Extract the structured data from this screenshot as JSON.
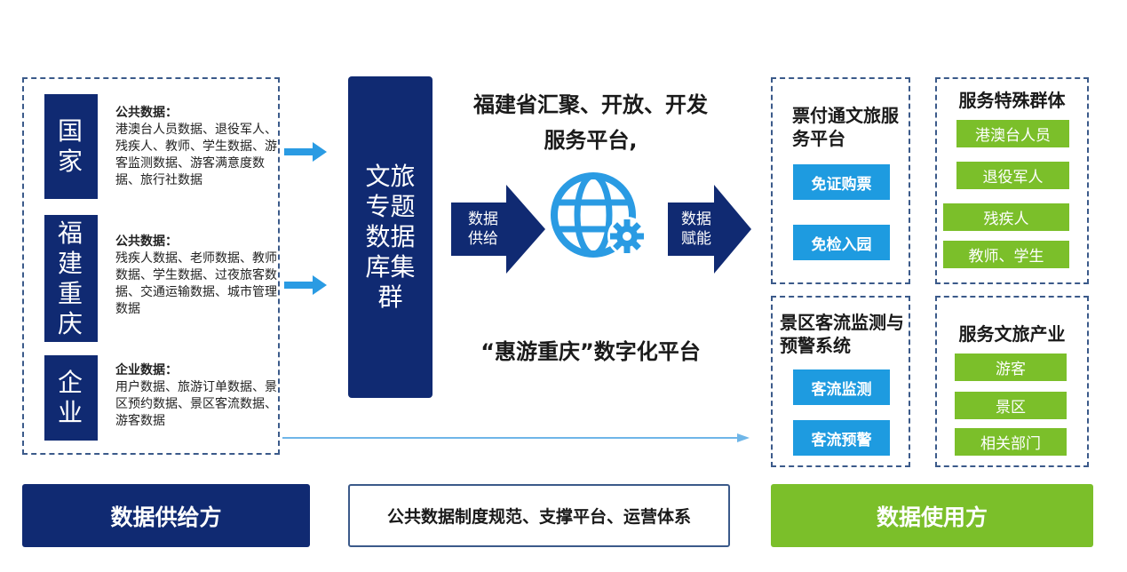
{
  "suppliers": {
    "national": {
      "label": "国家",
      "data_title": "公共数据：",
      "data_text": "港澳台人员数据、退役军人、残疾人、教师、学生数据、游客监测数据、游客满意度数据、旅行社数据"
    },
    "regional": {
      "label": "福建重庆",
      "data_title": "公共数据：",
      "data_text": "残疾人数据、老师数据、教师数据、学生数据、过夜旅客数据、交通运输数据、城市管理数据"
    },
    "enterprise": {
      "label": "企业",
      "data_title": "企业数据：",
      "data_text": "用户数据、旅游订单数据、景区预约数据、景区客流数据、游客数据"
    }
  },
  "cluster": {
    "label": "文旅专题数据库集群"
  },
  "platform": {
    "title_line1": "福建省汇聚、开放、开发",
    "title_line2": "服务平台,",
    "supply_arrow": "数据供给",
    "empower_arrow": "数据赋能",
    "name": "“惠游重庆”数字化平台"
  },
  "apps": {
    "ticketing": {
      "title": "票付通文旅服务平台",
      "buttons": [
        "免证购票",
        "免检入园"
      ]
    },
    "special_groups": {
      "title": "服务特殊群体",
      "items": [
        "港澳台人员",
        "退役军人",
        "残疾人",
        "教师、学生"
      ]
    },
    "flow_monitor": {
      "title": "景区客流监测与预警系统",
      "buttons": [
        "客流监测",
        "客流预警"
      ]
    },
    "industry": {
      "title": "服务文旅产业",
      "items": [
        "游客",
        "景区",
        "相关部门"
      ]
    }
  },
  "footer": {
    "supplier": "数据供给方",
    "middle": "公共数据制度规范、支撑平台、运营体系",
    "user": "数据使用方"
  },
  "colors": {
    "navy": "#102a72",
    "light_blue": "#1e9be0",
    "green": "#7bbf2a",
    "arrow_blue": "#2a9be3"
  }
}
